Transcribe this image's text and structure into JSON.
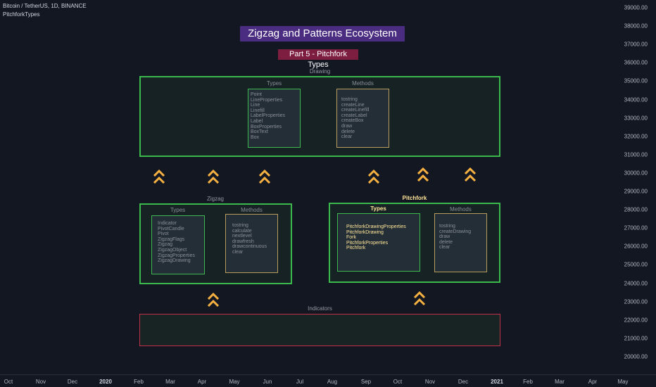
{
  "header": {
    "symbol": "Bitcoin / TetherUS, 1D, BINANCE",
    "indicator": "PitchforkTypes"
  },
  "banner": {
    "title": "Zigzag and Patterns Ecosystem",
    "subtitle": "Part 5 - Pitchfork Types"
  },
  "drawing": {
    "label": "Drawing",
    "types_title": "Types",
    "types": [
      "Point",
      "LineProperties",
      "Line",
      "Linefill",
      "LabelProperties",
      "Label",
      "BoxProperties",
      "BoxText",
      "Box"
    ],
    "methods_title": "Methods",
    "methods": [
      "tostring",
      "createLine",
      "createLinefill",
      "createLabel",
      "createBox",
      "draw",
      "delete",
      "clear"
    ]
  },
  "zigzag": {
    "label": "Zigzag",
    "types_title": "Types",
    "types": [
      "Indicator",
      "PivotCandle",
      "Pivot",
      "ZigzagFlags",
      "Zigzag",
      "ZigzagObject",
      "ZigzagProperties",
      "ZigzagDrawing"
    ],
    "methods_title": "Methods",
    "methods": [
      "tostring",
      "calculate",
      "nextlevel",
      "drawfresh",
      "drawcontinuous",
      "clear"
    ]
  },
  "pitchfork": {
    "label": "Pitchfork",
    "types_title": "Types",
    "types": [
      "PitchforkDrawingProperties",
      "PitchforkDrawing",
      "Fork",
      "PitchforkProperties",
      "Pitchfork"
    ],
    "methods_title": "Methods",
    "methods": [
      "tostring",
      "createDrawing",
      "draw",
      "delete",
      "clear"
    ]
  },
  "indicators": {
    "label": "Indicators"
  },
  "y_axis": [
    "39000.00",
    "38000.00",
    "37000.00",
    "36000.00",
    "35000.00",
    "34000.00",
    "33000.00",
    "32000.00",
    "31000.00",
    "30000.00",
    "29000.00",
    "28000.00",
    "27000.00",
    "26000.00",
    "25000.00",
    "24000.00",
    "23000.00",
    "22000.00",
    "21000.00",
    "20000.00"
  ],
  "x_axis": [
    {
      "label": "Oct",
      "bold": false
    },
    {
      "label": "Nov",
      "bold": false
    },
    {
      "label": "Dec",
      "bold": false
    },
    {
      "label": "2020",
      "bold": true
    },
    {
      "label": "Feb",
      "bold": false
    },
    {
      "label": "Mar",
      "bold": false
    },
    {
      "label": "Apr",
      "bold": false
    },
    {
      "label": "May",
      "bold": false
    },
    {
      "label": "Jun",
      "bold": false
    },
    {
      "label": "Jul",
      "bold": false
    },
    {
      "label": "Aug",
      "bold": false
    },
    {
      "label": "Sep",
      "bold": false
    },
    {
      "label": "Oct",
      "bold": false
    },
    {
      "label": "Nov",
      "bold": false
    },
    {
      "label": "Dec",
      "bold": false
    },
    {
      "label": "2021",
      "bold": true
    },
    {
      "label": "Feb",
      "bold": false
    },
    {
      "label": "Mar",
      "bold": false
    },
    {
      "label": "Apr",
      "bold": false
    },
    {
      "label": "May",
      "bold": false
    }
  ],
  "colors": {
    "background": "#131722",
    "green_border": "#3cb94d",
    "gold_border": "#b79c5e",
    "red_border": "#c0314a",
    "chevron": "#f5b042",
    "title_bg": "#4a2c80",
    "subtitle_bg": "#7d1d3f"
  }
}
